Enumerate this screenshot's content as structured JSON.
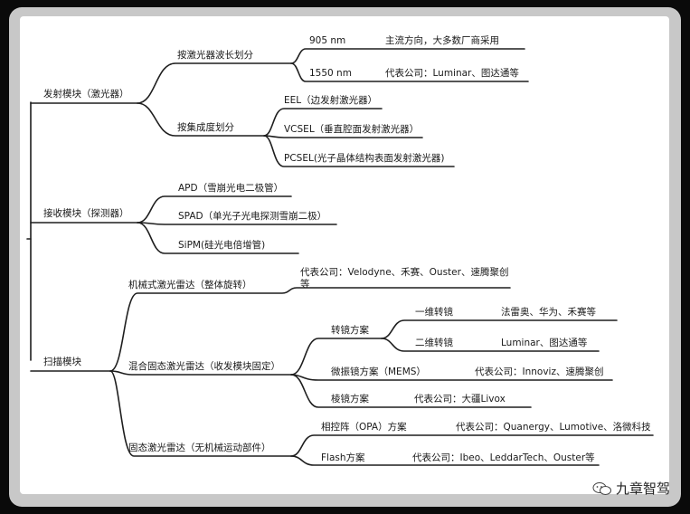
{
  "branches": {
    "emit": "发射模块（激光器）",
    "wavelength": "按激光器波长划分",
    "nm905": "905 nm",
    "nm905_note": "主流方向，大多数厂商采用",
    "nm1550": "1550 nm",
    "nm1550_note": "代表公司：Luminar、图达通等",
    "integration": "按集成度划分",
    "eel": "EEL（边发射激光器）",
    "vcsel": "VCSEL（垂直腔面发射激光器）",
    "pcsel": "PCSEL(光子晶体结构表面发射激光器)",
    "receive": "接收模块（探测器）",
    "apd": "APD（雪崩光电二极管）",
    "spad": "SPAD（单光子光电探测雪崩二极）",
    "sipm": "SiPM(硅光电倍增管)",
    "scan": "扫描模块",
    "mech": "机械式激光雷达（整体旋转）",
    "mech_note": "代表公司：Velodyne、禾赛、Ouster、速腾聚创等",
    "hybrid": "混合固态激光雷达（收发模块固定）",
    "mirror": "转镜方案",
    "one_d": "一维转镜",
    "one_d_note": "法雷奥、华为、禾赛等",
    "two_d": "二维转镜",
    "two_d_note": "Luminar、图达通等",
    "mems": "微振镜方案（MEMS）",
    "mems_note": "代表公司：Innoviz、速腾聚创",
    "prism": "棱镜方案",
    "prism_note": "代表公司：大疆Livox",
    "solid": "固态激光雷达（无机械运动部件）",
    "opa": "相控阵（OPA）方案",
    "opa_note": "代表公司：Quanergy、Lumotive、洛微科技",
    "flash": "Flash方案",
    "flash_note": "代表公司：Ibeo、LeddarTech、Ouster等"
  },
  "watermark": {
    "text": "九章智驾",
    "icon": "wechat-icon"
  },
  "colors": {
    "line": "#1e1e1e",
    "frame": "#c8c8c8",
    "background": "#0a0a0a"
  }
}
